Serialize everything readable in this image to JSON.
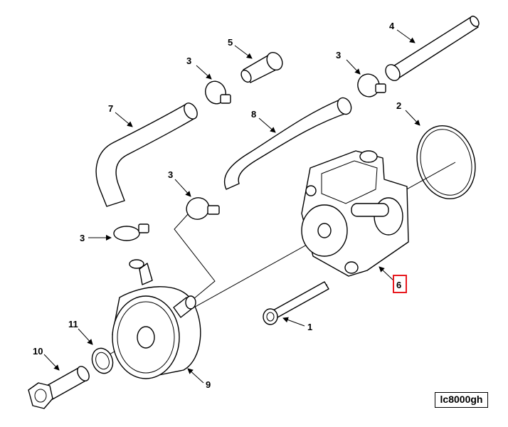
{
  "callouts": {
    "c1": "1",
    "c2": "2",
    "c3a": "3",
    "c3b": "3",
    "c3c": "3",
    "c3d": "3",
    "c4": "4",
    "c5": "5",
    "c6": "6",
    "c7": "7",
    "c8": "8",
    "c9": "9",
    "c10": "10",
    "c11": "11"
  },
  "reference_code": "lc8000gh",
  "highlight_color": "#e8191f"
}
